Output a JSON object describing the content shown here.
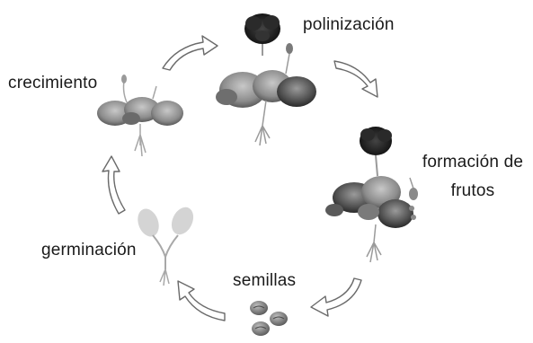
{
  "labels": {
    "polinizacion": "polinización",
    "crecimiento": "crecimiento",
    "formacion_line1": "formación de",
    "formacion_line2": "frutos",
    "germinacion": "germinación",
    "semillas": "semillas"
  },
  "colors": {
    "leaf": "#8c8c8c",
    "leaf_dark": "#4a4a4a",
    "flower": "#1e1e1e",
    "stem": "#a6a6a6",
    "arrow_fill": "#ffffff",
    "arrow_stroke": "#6a6a6a",
    "seed": "#7a7a7a"
  }
}
